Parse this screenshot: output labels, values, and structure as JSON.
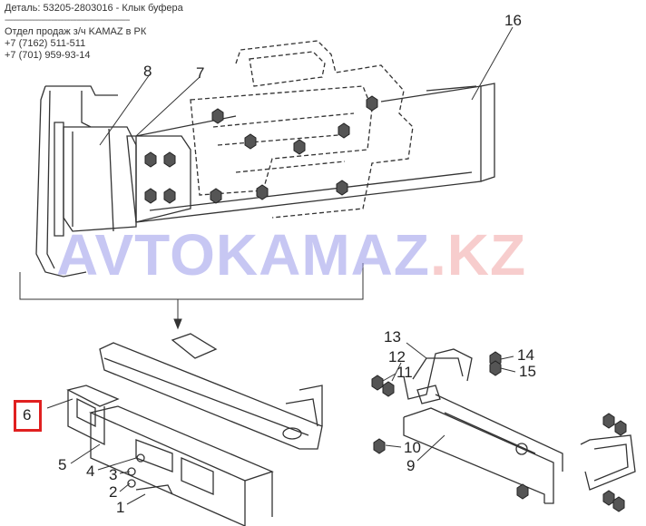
{
  "header": {
    "title": "Деталь: 53205-2803016 - Клык буфера",
    "separator": "-----------------------------------------------------------",
    "dept": "Отдел продаж з/ч KAMAZ в РК",
    "phone1": "+7 (7162) 511-511",
    "phone2": "+7 (701) 959-93-14"
  },
  "watermark": {
    "main": "AVTOKAMAZ",
    "suffix": ".KZ"
  },
  "callouts": {
    "n1": "1",
    "n2": "2",
    "n3": "3",
    "n4": "4",
    "n5": "5",
    "n6": "6",
    "n7": "7",
    "n8": "8",
    "n9": "9",
    "n10": "10",
    "n11": "11",
    "n12": "12",
    "n13": "13",
    "n14": "14",
    "n15": "15",
    "n16": "16"
  },
  "highlight": {
    "part": "6",
    "color": "#e02020"
  }
}
